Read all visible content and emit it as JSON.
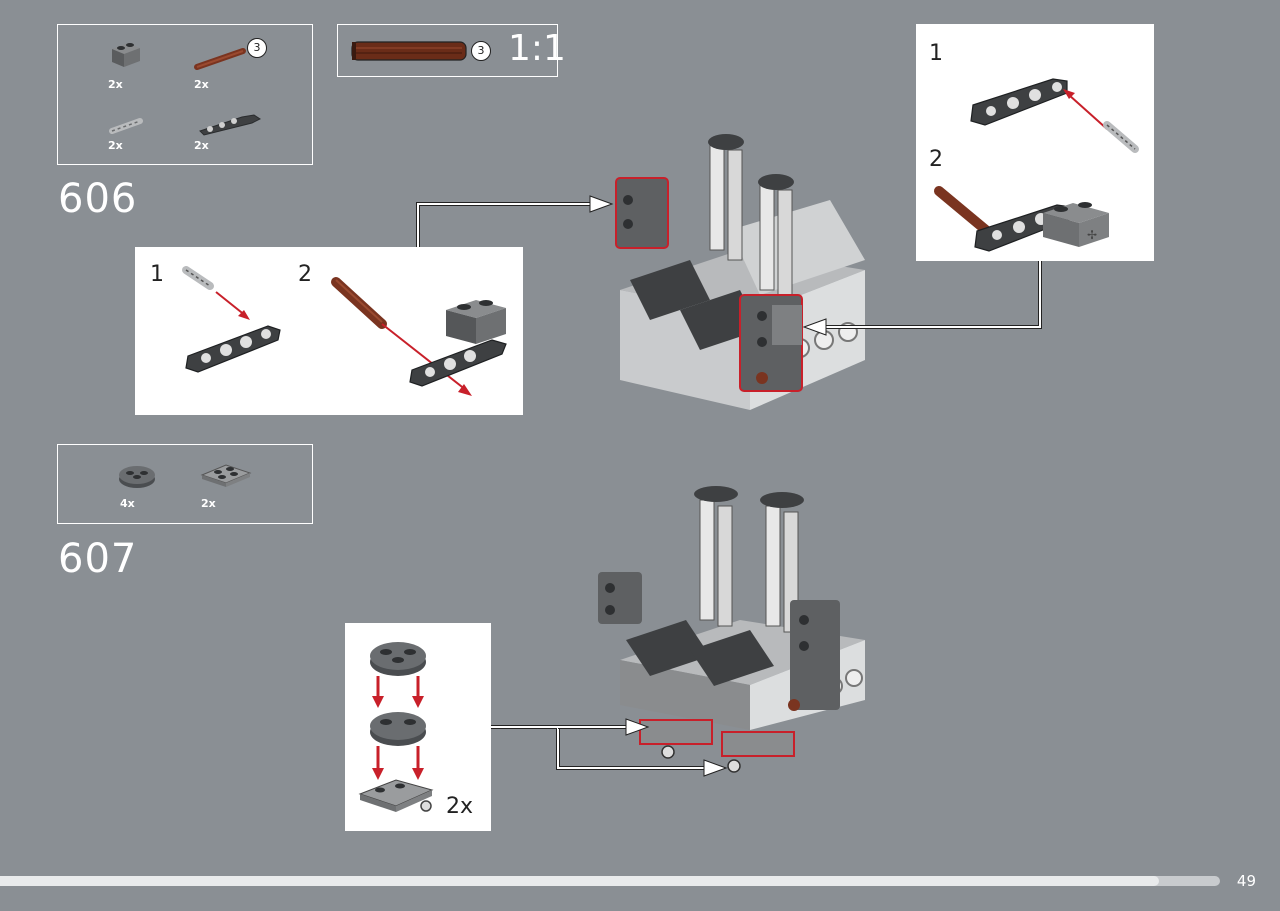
{
  "step_606": {
    "number": "606",
    "parts": [
      {
        "name": "technic-brick-1x2-dark-gray",
        "qty": "2x"
      },
      {
        "name": "axle-reddish-brown",
        "qty": "2x",
        "callout": "3"
      },
      {
        "name": "technic-pin-light-gray",
        "qty": "2x"
      },
      {
        "name": "technic-beam-bent-dark-gray",
        "qty": "2x"
      }
    ],
    "scale_callout": {
      "length": "3",
      "label": "1:1"
    },
    "substep_left": {
      "step1": "1",
      "step2": "2"
    },
    "substep_right": {
      "step1": "1",
      "step2": "2"
    }
  },
  "step_607": {
    "number": "607",
    "parts": [
      {
        "name": "round-plate-2x2-dark-gray",
        "qty": "4x"
      },
      {
        "name": "plate-2x2-with-wheel-holder",
        "qty": "2x"
      }
    ],
    "substep_multiplier": "2x"
  },
  "footer": {
    "page_number": "49",
    "progress": 0.95
  },
  "colors": {
    "background": "#8a8f94",
    "highlight": "#c8202a",
    "dark_gray": "#4a4d50",
    "light_gray": "#d6d6d6",
    "reddish_brown": "#7a3420"
  },
  "icons": [
    "arrow-right-icon"
  ]
}
